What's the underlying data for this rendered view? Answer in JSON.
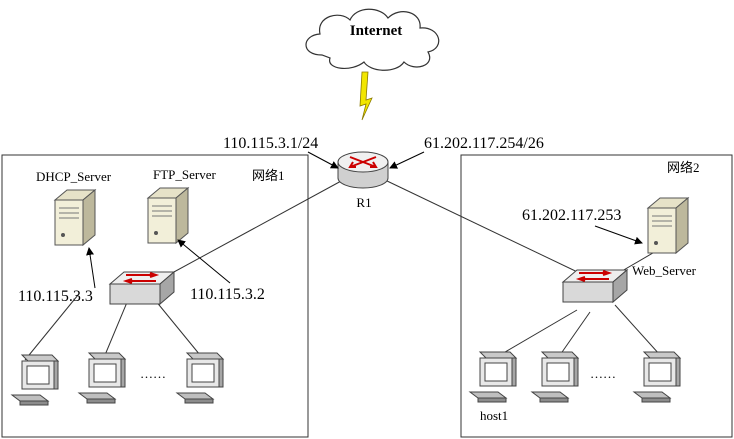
{
  "diagram": {
    "cloud_label": "Internet",
    "router": {
      "name": "R1",
      "left_ip": "110.115.3.1/24",
      "right_ip": "61.202.117.254/26"
    },
    "network1": {
      "label": "网络1",
      "dhcp_server": {
        "name": "DHCP_Server",
        "ip": "110.115.3.3"
      },
      "ftp_server": {
        "name": "FTP_Server",
        "ip": "110.115.3.2"
      },
      "ellipsis": "……"
    },
    "network2": {
      "label": "网络2",
      "web_server": {
        "name": "Web_Server",
        "ip": "61.202.117.253"
      },
      "host": {
        "name": "host1"
      },
      "ellipsis": "……"
    },
    "colors": {
      "line": "#333333",
      "server_body": "#f2efd9",
      "switch_body": "#d9d9d9",
      "arrow_red": "#cc0000",
      "lightning": "#f2e600"
    }
  }
}
